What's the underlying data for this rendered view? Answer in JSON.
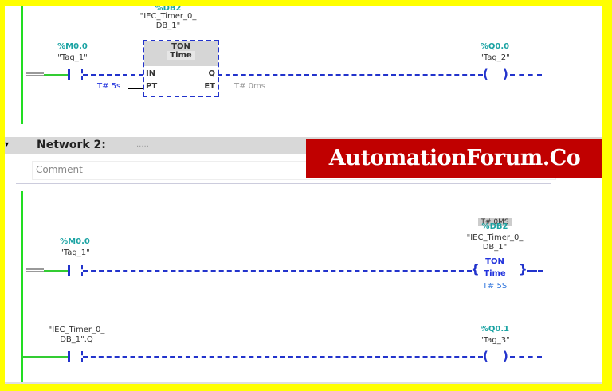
{
  "network1": {
    "db_address": "%DB2",
    "db_name_line1": "\"IEC_Timer_0_",
    "db_name_line2": "DB_1\"",
    "contact": {
      "address": "%M0.0",
      "tag": "\"Tag_1\""
    },
    "timer": {
      "type": "TON",
      "subtype": "Time",
      "pin_in": "IN",
      "pin_pt": "PT",
      "pin_q": "Q",
      "pin_et": "ET",
      "pt_value": "T# 5s",
      "et_value": "T# 0ms"
    },
    "coil": {
      "address": "%Q0.0",
      "tag": "\"Tag_2\""
    }
  },
  "network2": {
    "title": "Network 2:",
    "title_suffix": ".....",
    "comment_placeholder": "Comment",
    "rung1": {
      "contact": {
        "address": "%M0.0",
        "tag": "\"Tag_1\""
      },
      "timer_coil": {
        "current_value": "T# 0MS",
        "db_address": "%DB2",
        "db_name_line1": "\"IEC_Timer_0_",
        "db_name_line2": "DB_1\"",
        "type": "TON",
        "subtype": "Time",
        "preset": "T# 5S"
      }
    },
    "rung2": {
      "contact": {
        "tag_line1": "\"IEC_Timer_0_",
        "tag_line2": "DB_1\".Q"
      },
      "coil": {
        "address": "%Q0.1",
        "tag": "\"Tag_3\""
      }
    }
  },
  "watermark": {
    "text": "AutomationForum.Co"
  }
}
